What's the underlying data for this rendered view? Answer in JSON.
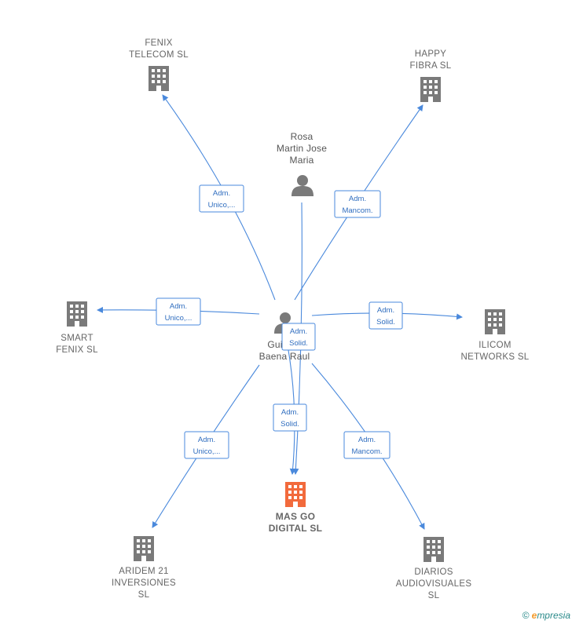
{
  "colors": {
    "edge": "#4a89dc",
    "company": "#7a7a7a",
    "main_company": "#f26a3c",
    "person": "#7a7a7a"
  },
  "nodes": {
    "fenix_telecom": {
      "lines": [
        "FENIX",
        "TELECOM  SL"
      ],
      "icon": "building-icon"
    },
    "happy_fibra": {
      "lines": [
        "HAPPY",
        "FIBRA  SL"
      ],
      "icon": "building-icon"
    },
    "rosa": {
      "lines": [
        "Rosa",
        "Martin Jose",
        "Maria"
      ],
      "icon": "person-icon"
    },
    "smart_fenix": {
      "lines": [
        "SMART",
        "FENIX  SL"
      ],
      "icon": "building-icon"
    },
    "guillermo": {
      "lines": [
        "Gui",
        "Baena Raul"
      ],
      "icon": "person-icon"
    },
    "ilicom": {
      "lines": [
        "ILICOM",
        "NETWORKS  SL"
      ],
      "icon": "building-icon"
    },
    "mas_go": {
      "lines": [
        "MAS GO",
        "DIGITAL  SL"
      ],
      "icon": "building-icon"
    },
    "aridem": {
      "lines": [
        "ARIDEM 21",
        "INVERSIONES",
        "SL"
      ],
      "icon": "building-icon"
    },
    "diarios": {
      "lines": [
        "DIARIOS",
        "AUDIOVISUALES",
        "SL"
      ],
      "icon": "building-icon"
    }
  },
  "relations": [
    {
      "id": "g-fenix",
      "lines": [
        "Adm.",
        "Unico,..."
      ]
    },
    {
      "id": "g-happy",
      "lines": [
        "Adm.",
        "Mancom."
      ]
    },
    {
      "id": "g-smart",
      "lines": [
        "Adm.",
        "Unico,..."
      ]
    },
    {
      "id": "g-ilicom",
      "lines": [
        "Adm.",
        "Solid."
      ]
    },
    {
      "id": "rosa-mas",
      "lines": [
        "Adm.",
        "Solid."
      ]
    },
    {
      "id": "g-mas",
      "lines": [
        "Adm.",
        "Solid."
      ]
    },
    {
      "id": "g-aridem",
      "lines": [
        "Adm.",
        "Unico,..."
      ]
    },
    {
      "id": "g-diarios",
      "lines": [
        "Adm.",
        "Mancom."
      ]
    }
  ],
  "footer": {
    "copyright": "©",
    "brand_e": "e",
    "brand_rest": "mpresia"
  }
}
